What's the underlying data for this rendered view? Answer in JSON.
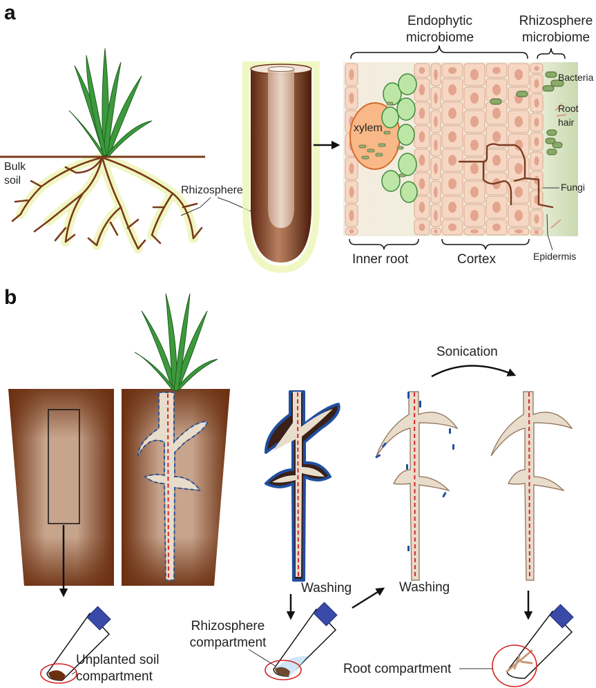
{
  "panel_a": {
    "letter": "a",
    "bulk_soil": [
      "Bulk",
      "soil"
    ],
    "rhizosphere": "Rhizosphere",
    "endophytic_microbiome": [
      "Endophytic",
      "microbiome"
    ],
    "rhizosphere_microbiome": [
      "Rhizosphere",
      "microbiome"
    ],
    "xylem": "xylem",
    "bacteria": "Bacteria",
    "root_hair": [
      "Root",
      "hair"
    ],
    "fungi": "Fungi",
    "epidermis": "Epidermis",
    "inner_root": "Inner root",
    "cortex": "Cortex"
  },
  "panel_b": {
    "letter": "b",
    "sonication": "Sonication",
    "washing_1": "Washing",
    "washing_2": "Washing",
    "rhizosphere_compartment": [
      "Rhizosphere",
      "compartment"
    ],
    "unplanted_soil_compartment": [
      "Unplanted soil",
      "compartment"
    ],
    "root_compartment": "Root compartment"
  },
  "colors": {
    "soil_dark": "#6b2f10",
    "soil_light": "#c8a890",
    "root_tan": "#e8dccb",
    "root_outline": "#8a6a50",
    "grass_green": "#3c9a3c",
    "rhizosphere_glow": "#e8f0a0",
    "microbe_blue": "#1f4fa0",
    "stele_red": "#d8262a",
    "cell_fill": "#f6d7c4",
    "cell_nucleus": "#e3a58e",
    "bacteria_green": "#7a9a5a",
    "fungi_brown": "#7a3a20",
    "xylem_orange": "#f9b887",
    "cap_blue": "#3a4aa8",
    "circle_red": "#d62020"
  }
}
